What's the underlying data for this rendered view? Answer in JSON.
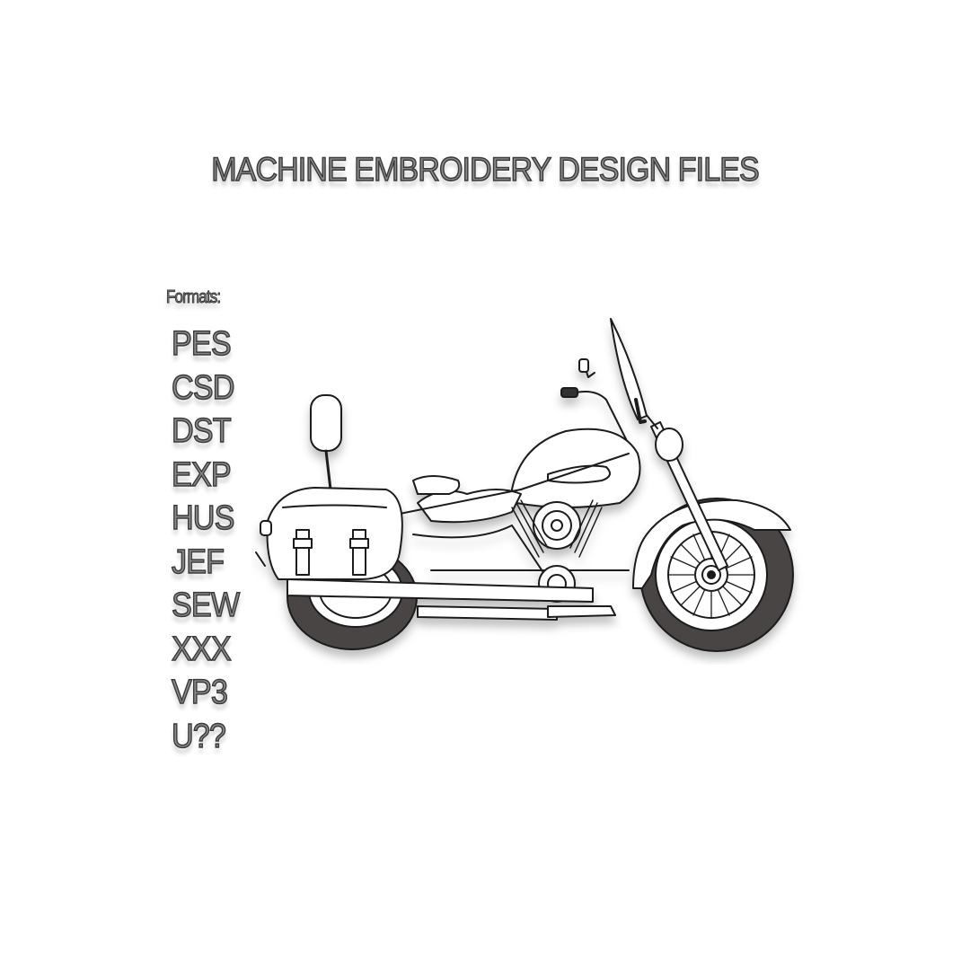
{
  "title": "MACHINE EMBROIDERY DESIGN FILES",
  "formats": {
    "label": "Formats:",
    "items": [
      "PES",
      "CSD",
      "DST",
      "EXP",
      "HUS",
      "JEF",
      "SEW",
      "XXX",
      "VP3",
      "U??"
    ]
  },
  "illustration": {
    "subject": "motorcycle-icon",
    "line_color": "#1a1a1a",
    "tire_color": "#4a4545"
  },
  "colors": {
    "text_fill": "#8a8a8a",
    "text_outline": "#3a3a3a",
    "background": "#ffffff"
  }
}
